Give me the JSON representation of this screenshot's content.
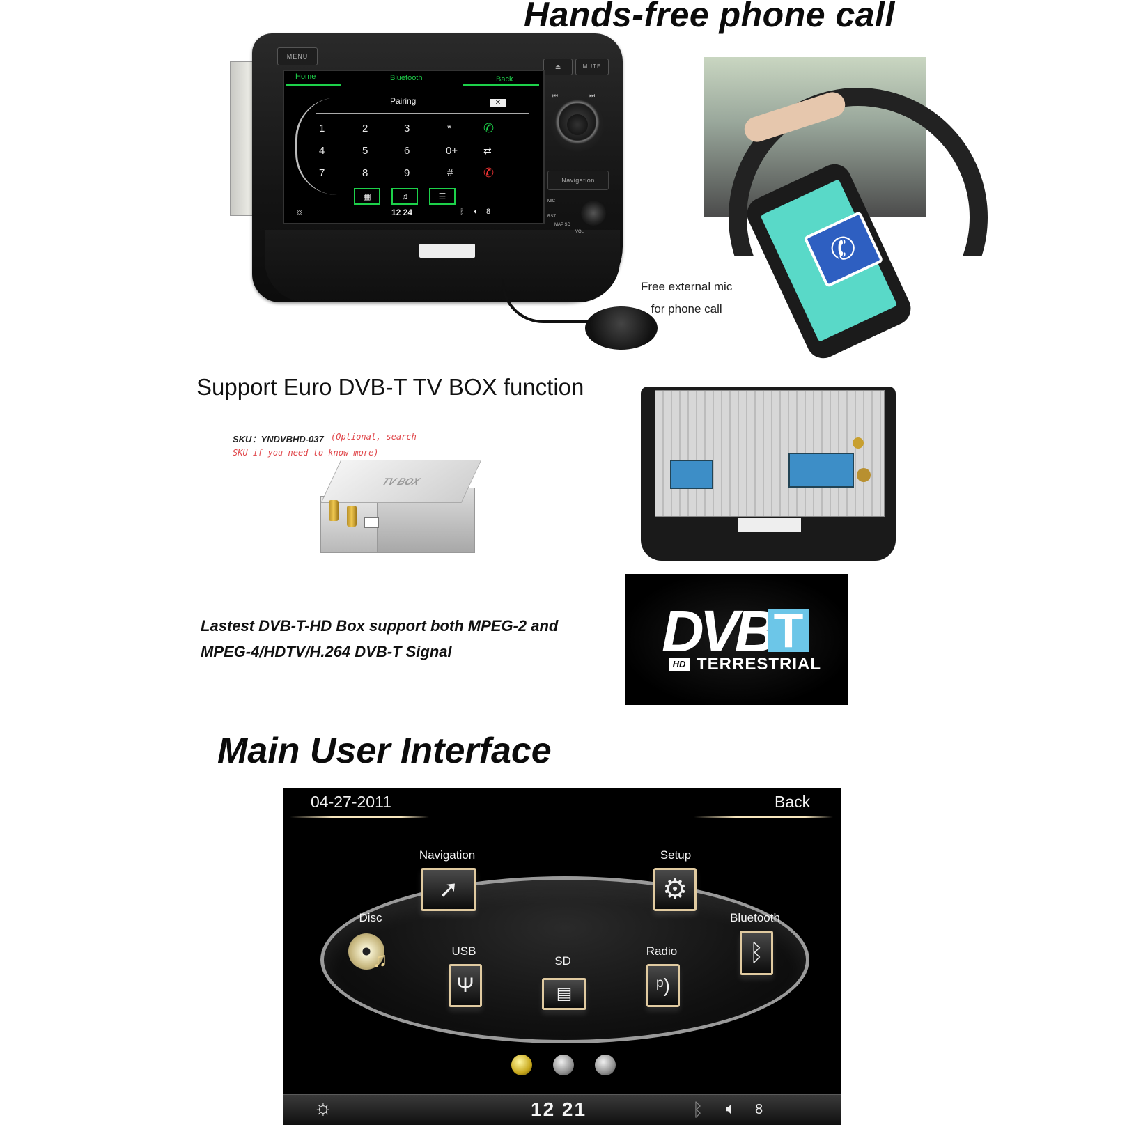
{
  "headings": {
    "handsfree": "Hands-free phone call",
    "dvb_support": "Support Euro DVB-T TV BOX function",
    "main_ui": "Main User Interface"
  },
  "head_unit": {
    "menu_button": "MENU",
    "mute_button": "MUTE",
    "navigation_button": "Navigation",
    "mic_label": "MIC",
    "rst_label": "RST",
    "map_sd_label": "MAP SD",
    "vol_label": "VOL",
    "screen": {
      "tab_home": "Home",
      "tab_bluetooth": "Bluetooth",
      "tab_back": "Back",
      "field_title": "Pairing",
      "keypad": [
        "1",
        "2",
        "3",
        "*",
        "4",
        "5",
        "6",
        "0+",
        "7",
        "8",
        "9",
        "#"
      ],
      "time": "12  24",
      "volume": "8"
    }
  },
  "mic_caption": {
    "line1": "Free external mic",
    "line2": "for phone call"
  },
  "dvb_box": {
    "sku_label": "SKU：YNDVBHD-037",
    "sku_note_line1": "(Optional, search",
    "sku_note_line2": "SKU if you need to know more)",
    "box_label": "TV BOX"
  },
  "dvb_description": {
    "line1": "Lastest DVB-T-HD Box support both MPEG-2 and",
    "line2": "MPEG-4/HDTV/H.264 DVB-T Signal"
  },
  "dvb_logo": {
    "letters": "DVB",
    "t_letter": "T",
    "hd_badge": "HD",
    "terrestrial": "TERRESTRIAL"
  },
  "main_ui": {
    "date": "04-27-2011",
    "back": "Back",
    "apps": {
      "navigation": "Navigation",
      "setup": "Setup",
      "disc": "Disc",
      "bluetooth": "Bluetooth",
      "usb": "USB",
      "sd": "SD",
      "radio": "Radio"
    },
    "page_dots": 3,
    "active_dot": 1,
    "time": "12  21",
    "volume": "8"
  },
  "colors": {
    "bluetooth_green": "#1dd14a",
    "icon_border_gold": "#e0caa0",
    "dvb_t_blue": "#6cc6e8",
    "sku_note_red": "#e0464a",
    "connector_blue": "#3d8ec7"
  },
  "icons": {
    "hu_call": "call-icon",
    "hu_hangup": "hang-up-icon",
    "hu_transfer": "phone-transfer-icon",
    "hu_delete": "backspace-icon",
    "nav": "navigation-icon",
    "setup": "gear-icon",
    "disc": "disc-music-icon",
    "bluetooth": "bluetooth-icon",
    "usb": "usb-icon",
    "sd": "sd-card-icon",
    "radio": "radio-icon",
    "brightness": "brightness-icon",
    "volume": "speaker-icon"
  }
}
